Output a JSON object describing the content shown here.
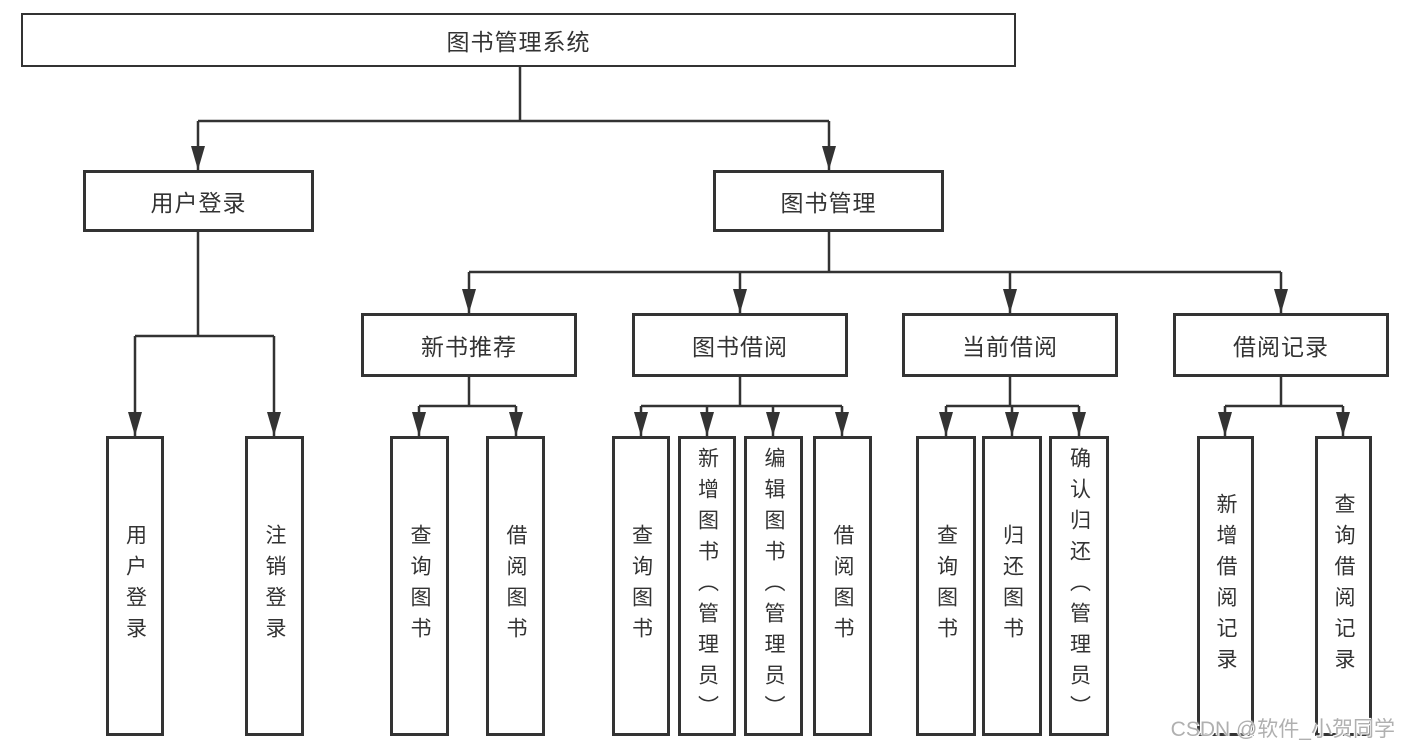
{
  "root": {
    "label": "图书管理系统"
  },
  "tree": {
    "user_login": {
      "label": "用户登录",
      "children": [
        "用户登录",
        "注销登录"
      ]
    },
    "book_management": {
      "label": "图书管理",
      "modules": [
        {
          "label": "新书推荐",
          "children": [
            "查询图书",
            "借阅图书"
          ]
        },
        {
          "label": "图书借阅",
          "children": [
            "查询图书",
            "新增图书（管理员）",
            "编辑图书（管理员）",
            "借阅图书"
          ]
        },
        {
          "label": "当前借阅",
          "children": [
            "查询图书",
            "归还图书",
            "确认归还（管理员）"
          ]
        },
        {
          "label": "借阅记录",
          "children": [
            "新增借阅记录",
            "查询借阅记录"
          ]
        }
      ]
    }
  },
  "watermark": "CSDN @软件_小贺同学",
  "colors": {
    "line": "#333333",
    "box_border": "#333333",
    "box_fill": "#ffffff",
    "text": "#333333",
    "watermark": "#b0b0b0",
    "background": "#ffffff"
  }
}
